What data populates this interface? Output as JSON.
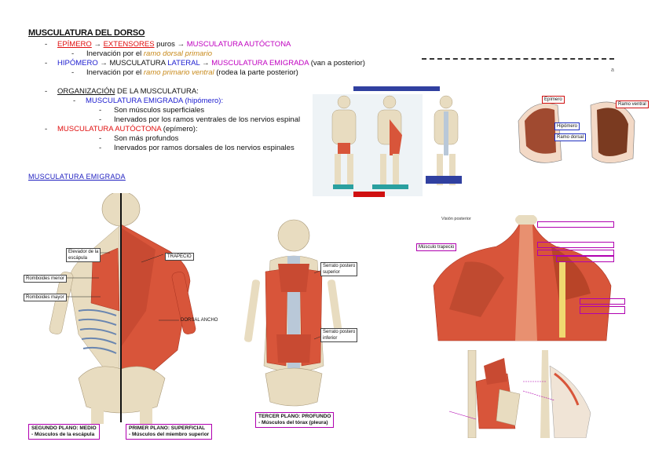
{
  "title": "MUSCULATURA DEL DORSO",
  "lines": {
    "l1_a": "EPÍMERO",
    "l1_b": " → ",
    "l1_c": "EXTENSORES",
    "l1_d": " puros → ",
    "l1_e": "MUSCULATURA AUTÓCTONA",
    "l2_a": "Inervación por el ",
    "l2_b": "ramo dorsal primario",
    "l3_a": "HIPÓMERO",
    "l3_b": " → MUSCULATURA ",
    "l3_c": "LATERAL",
    "l3_d": " → ",
    "l3_e": "MUSCULATURA EMIGRADA",
    "l3_f": " (van a posterior)",
    "l4_a": "Inervación por el ",
    "l4_b": "ramo primario ventral",
    "l4_c": " (rodea la parte posterior)",
    "l5_a": "ORGANIZACIÓN",
    "l5_b": " DE LA MUSCULATURA:",
    "l6": "MUSCULATURA EMIGRADA (hipómero):",
    "l7": "Son músculos superficiales",
    "l8": "Inervados por los ramos ventrales de los nervios espinal",
    "l9_a": "MUSCULATURA AUTÓCTONA",
    "l9_b": " (epímero):",
    "l10": "Son más profundos",
    "l11": "Inervados por ramos dorsales de los nervios espinales"
  },
  "bullets": {
    "dash": "-"
  },
  "section_heading": "MUSCULATURA EMIGRADA",
  "page_number": "a",
  "fig_left": {
    "labels": {
      "levator": "Elevador de la\nescápula",
      "trapecio": "TRAPECIO",
      "romboides_menor": "Romboides menor",
      "romboides_mayor": "Romboides mayor",
      "dorsal_ancho": "DORSAL ANCHO"
    },
    "cap1_title": "SEGUNDO PLANO: MEDIO",
    "cap1_sub": "- Músculos de la escápula",
    "cap2_title": "PRIMER PLANO: SUPERFICIAL",
    "cap2_sub": "- Músculos del miembro superior"
  },
  "fig_middle": {
    "labels": {
      "serrato_sup": "Serrato postero\nsuperior",
      "serrato_inf": "Serrato postero\ninferior"
    },
    "cap_title": "TERCER PLANO: PROFUNDO",
    "cap_sub": "- Músculos del tórax (pleura)"
  },
  "fig_top_right": {
    "labels": {
      "a": "Epímero",
      "b": "Hipómero",
      "c": "Ramo dorsal",
      "d": "Ramo ventral"
    }
  },
  "fig_right": {
    "header": "Visión posterior",
    "label_trapecio": "Músculo trapecio"
  },
  "colors": {
    "muscle": "#d8553a",
    "muscle_dark": "#a83320",
    "bone": "#e8dcc0",
    "tendon": "#b9c8d8",
    "magenta": "#c000c0",
    "red": "#e01010",
    "blue": "#2020d0"
  }
}
